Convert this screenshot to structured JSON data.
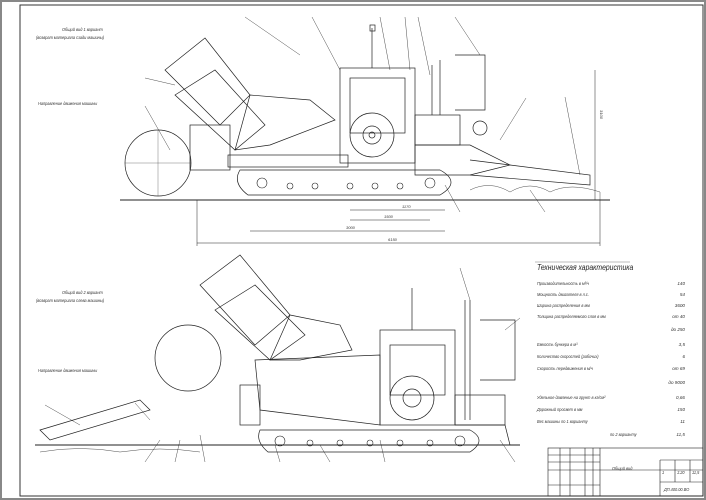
{
  "view1": {
    "title": "Общий вид 1 вариант",
    "subtitle": "(возврат материала сзади машины)",
    "direction": "Направление движения машины"
  },
  "view2": {
    "title": "Общий вид 2 вариант",
    "subtitle": "(возврат материала слева машины)",
    "direction": "Направление движения машины"
  },
  "dimensions": {
    "d1": "1170",
    "d2": "1500",
    "d3": "3000",
    "d4": "6150",
    "height": "3100"
  },
  "specs": {
    "title": "Техническая характеристика",
    "rows": [
      {
        "label": "Производительность в м³/ч",
        "value": "140"
      },
      {
        "label": "Мощность двигателя в л.с.",
        "value": "54"
      },
      {
        "label": "Ширина распределения в мм",
        "value": "3600"
      },
      {
        "label": "Толщина распределяемого слоя в мм",
        "value": "от 40"
      },
      {
        "label": "",
        "value": "до 250"
      },
      {
        "label": "Емкость бункера в м³",
        "value": "3,5"
      },
      {
        "label": "Количество скоростей (рабочих)",
        "value": "6"
      },
      {
        "label": "Скорость передвижения в м/ч",
        "value": "от 69"
      },
      {
        "label": "",
        "value": "до 9000"
      },
      {
        "label": "Удельное давление на грунт в кг/см²",
        "value": "0,66"
      },
      {
        "label": "Дорожный просвет в мм",
        "value": "150"
      },
      {
        "label": "Вес машины по 1 варианту",
        "value": "11"
      },
      {
        "label": "по 2 варианту",
        "value": "11,5"
      }
    ]
  },
  "title_block": {
    "name": "Общий вид",
    "sheet": "1",
    "scale": "1:20",
    "mass": "11,5",
    "code": "ДП.400.00.ВО"
  }
}
